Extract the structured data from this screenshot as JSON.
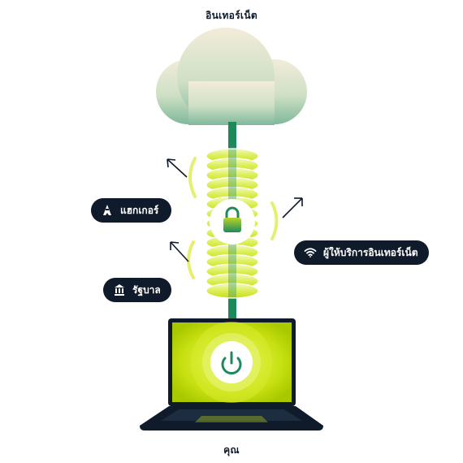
{
  "labels": {
    "internet": "อินเทอร์เน็ต",
    "you": "คุณ"
  },
  "actors": {
    "hacker": "แฮกเกอร์",
    "isp": "ผู้ให้บริการอินเทอร์เน็ต",
    "government": "รัฐบาล"
  },
  "icons": {
    "cloud": "cloud-icon",
    "lock": "lock-icon",
    "power": "power-icon",
    "hacker": "hacker-icon",
    "wifi": "wifi-icon",
    "government": "government-building-icon",
    "laptop": "laptop-icon"
  },
  "colors": {
    "navy": "#0f1b2a",
    "teal": "#1e8a5c",
    "lime": "#c8e000",
    "lime_light": "#e8f58a",
    "cloud_light": "#efe9d6",
    "cloud_dark": "#8cc0a3"
  }
}
